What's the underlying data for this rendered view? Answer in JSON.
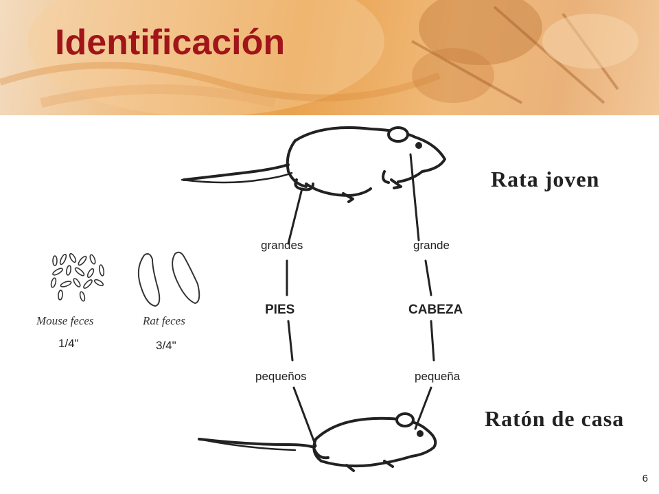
{
  "slide": {
    "title": "Identificación",
    "page_number": "6"
  },
  "labels": {
    "rat": "Rata joven",
    "mouse": "Ratón de casa",
    "feet_large": "grandes",
    "feet": "PIES",
    "feet_small": "pequeños",
    "head_large": "grande",
    "head": "CABEZA",
    "head_small": "pequeña"
  },
  "feces": {
    "mouse_caption": "Mouse feces",
    "rat_caption": "Rat feces",
    "mouse_size": "1/4\"",
    "rat_size": "3/4\""
  },
  "colors": {
    "title": "#a0141a",
    "banner": "#e9a24e"
  }
}
